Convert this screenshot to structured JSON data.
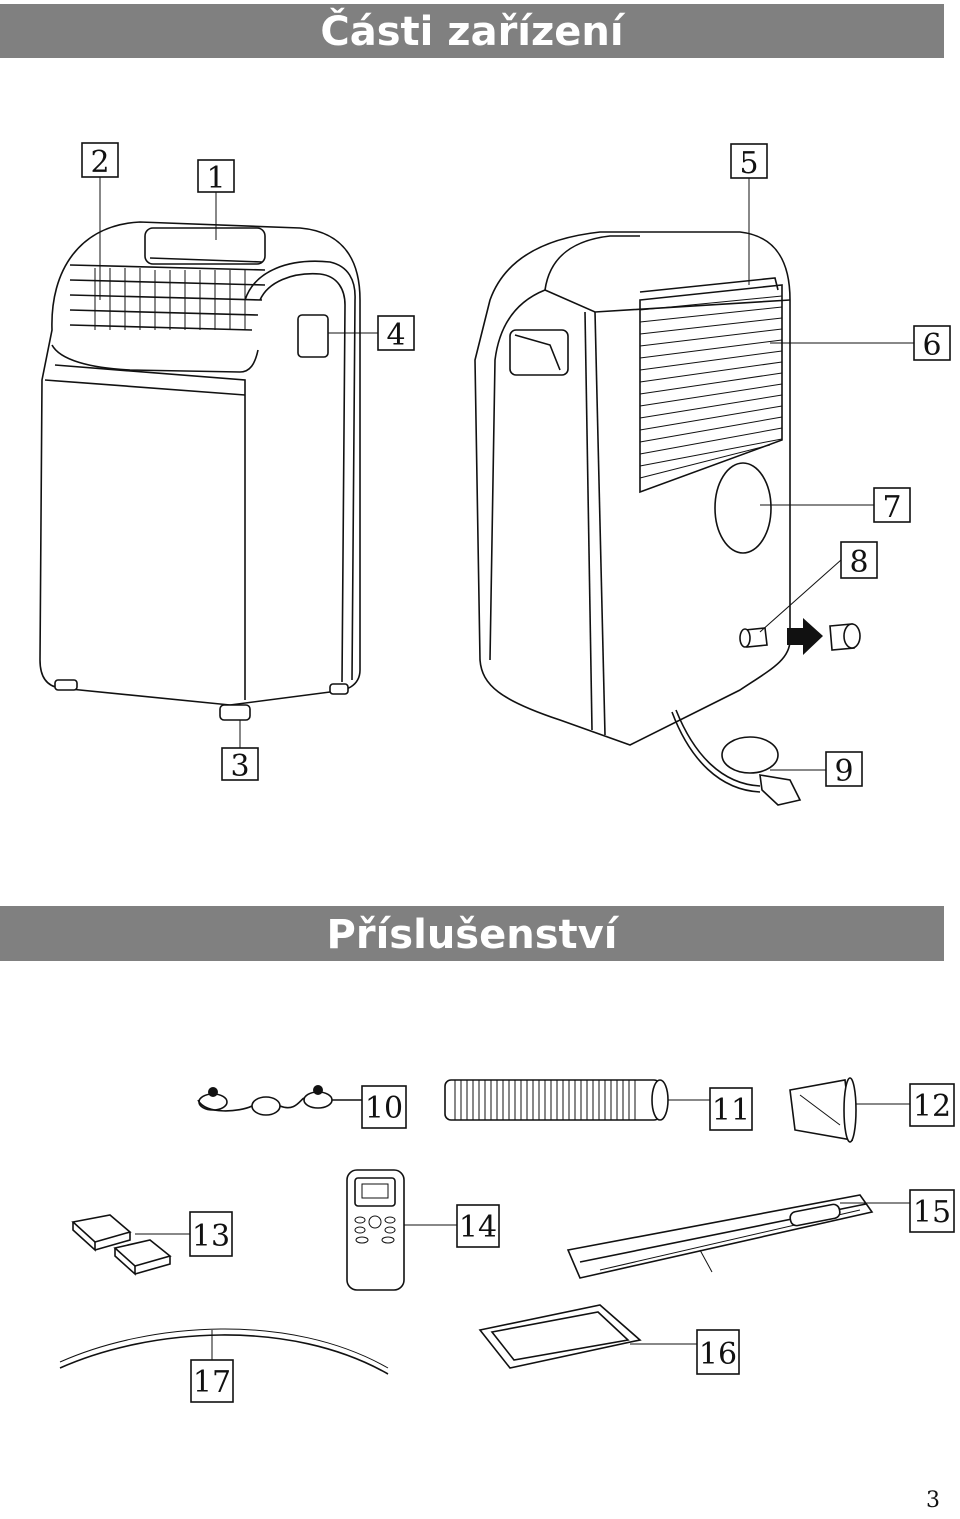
{
  "header": {
    "title": "Části zařízení"
  },
  "accessories_header": {
    "title": "Příslušenství"
  },
  "parts_labels": [
    "1",
    "2",
    "3",
    "4",
    "5",
    "6",
    "7",
    "8",
    "9"
  ],
  "accessory_labels": [
    "10",
    "11",
    "12",
    "13",
    "14",
    "15",
    "16",
    "17"
  ],
  "page_number": "3"
}
